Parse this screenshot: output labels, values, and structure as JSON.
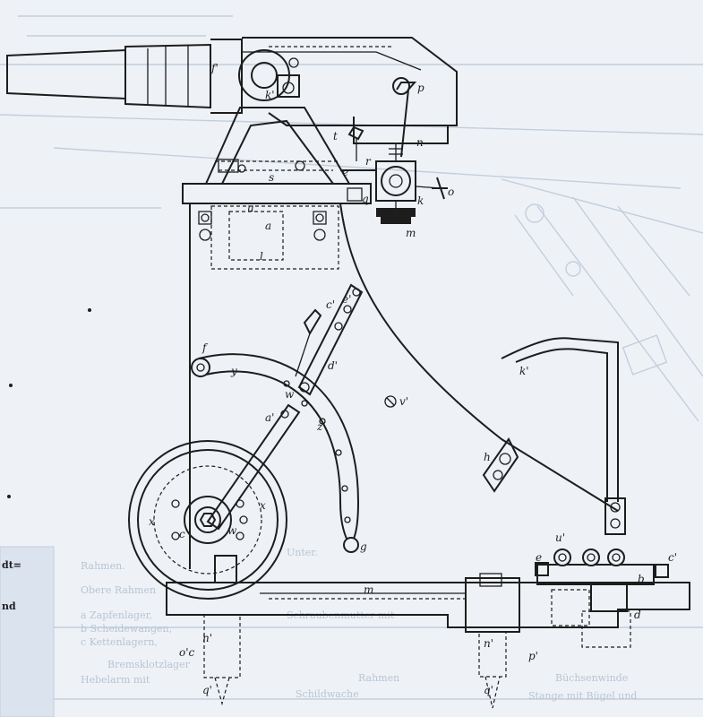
{
  "figure": {
    "labels": {
      "f_prime": "f'",
      "h_prime": "k'",
      "p": "p",
      "n": "n",
      "t_prime": "t",
      "r": "r",
      "e": "e",
      "o": "o",
      "k": "k",
      "q": "q",
      "m": "m",
      "s": "s",
      "a": "a",
      "u": "u",
      "l": "l",
      "c": "c'",
      "e2": "e'",
      "d": "d'",
      "y": "y",
      "f": "f",
      "w": "w",
      "a2": "a'",
      "z": "z",
      "v_prime": "v'",
      "k2": "k'",
      "h2": "h",
      "x1": "x",
      "x2": "x",
      "c3": "c",
      "w2": "w",
      "g": "g",
      "n2": "n'",
      "o_c": "o'c",
      "q_prime": "q'",
      "m2": "m",
      "u2": "u'",
      "e3": "e",
      "c4": "c'",
      "b": "b",
      "d2": "d",
      "n3": "n'",
      "p_prime": "p'",
      "q2": "q'"
    },
    "margin_text": [
      "dt=",
      "nd"
    ],
    "bleed_text": [
      "Rahmen.",
      "Obere Rahmen",
      "Unter.",
      "a Zapfenlager,",
      "b Scheidewangen,",
      "c Kettenlagern,",
      "Bremsklotzlager",
      "Hebelarm mit",
      "Rahmen",
      "Schildwache",
      "Büchsenwinde",
      "Stange mit Bügel und",
      "Schraubenmutter mit"
    ]
  }
}
